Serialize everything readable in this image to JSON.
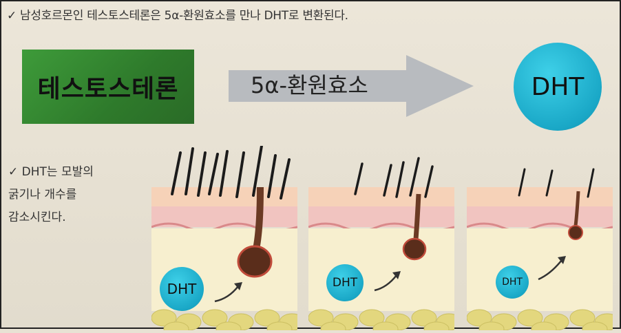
{
  "top_caption": "✓ 남성호르몬인 테스토스테론은 5α-환원효소를 만나 DHT로 변환된다.",
  "side_caption": [
    "✓ DHT는 모발의",
    "굵기나 개수를",
    "감소시킨다."
  ],
  "testosterone_label": "테스토스테론",
  "enzyme_label": "5α-환원효소",
  "dht_label": "DHT",
  "panels": [
    {
      "dht_label": "DHT"
    },
    {
      "dht_label": "DHT"
    },
    {
      "dht_label": "DHT"
    }
  ],
  "colors": {
    "green_box": "#3e9b3a",
    "arrow_gray": "#b8bbbf",
    "dht_cyan": "#1aa8c7",
    "skin_pink": "#f3c8c0",
    "fat_yellow": "#e6dd8a",
    "hair_dark": "#2b1a12"
  }
}
